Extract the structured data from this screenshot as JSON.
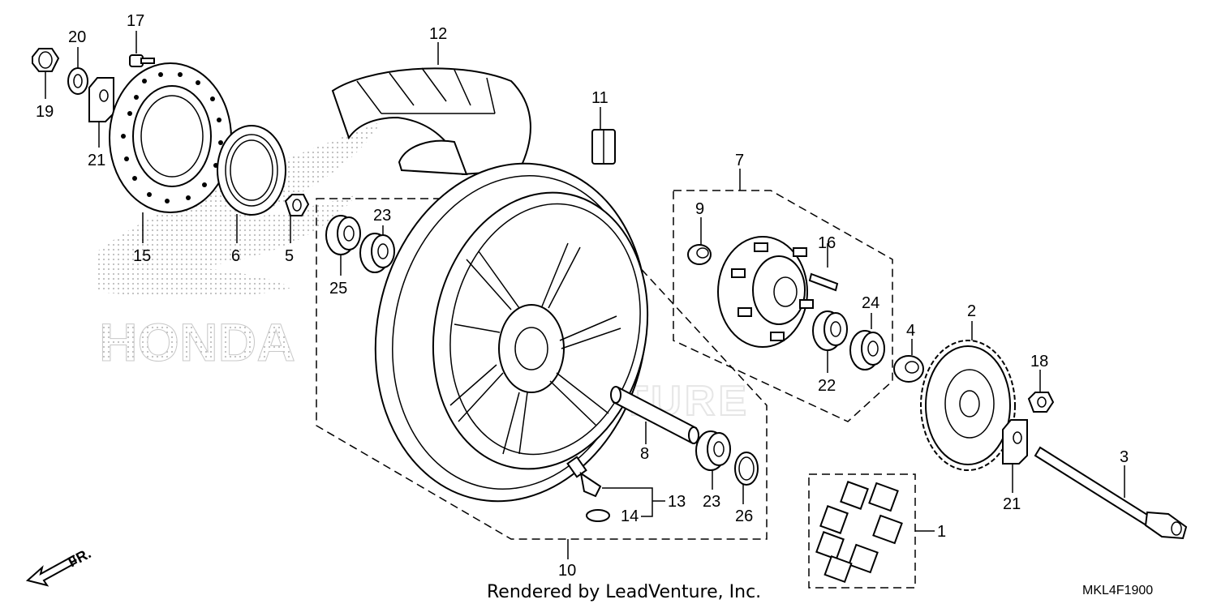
{
  "credit": "Rendered by LeadVenture, Inc.",
  "diagram_code": "MKL4F1900",
  "direction_label": "FR.",
  "watermark": {
    "brand": "HONDA",
    "vendor": "LEADVENTURE"
  },
  "callouts": {
    "c1": "1",
    "c2": "2",
    "c3": "3",
    "c4": "4",
    "c5": "5",
    "c6": "6",
    "c7": "7",
    "c8": "8",
    "c9": "9",
    "c10": "10",
    "c11": "11",
    "c12": "12",
    "c13": "13",
    "c14": "14",
    "c15": "15",
    "c16": "16",
    "c17": "17",
    "c18": "18",
    "c19": "19",
    "c20": "20",
    "c21a": "21",
    "c21b": "21",
    "c22": "22",
    "c23a": "23",
    "c23b": "23",
    "c24": "24",
    "c25": "25",
    "c26": "26"
  }
}
